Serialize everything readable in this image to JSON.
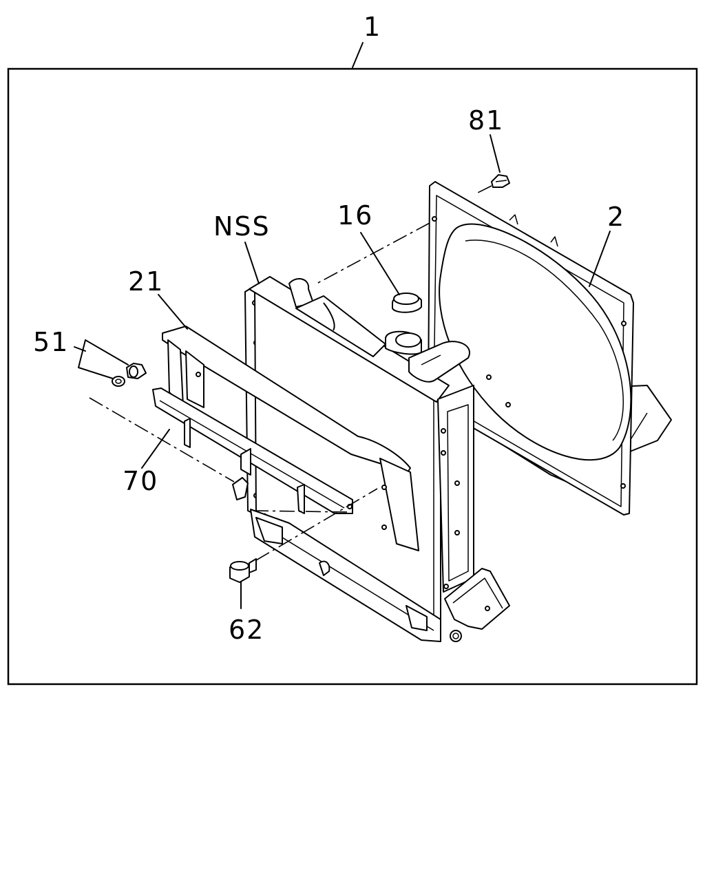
{
  "callouts": {
    "assembly": "1",
    "fan_shroud": "2",
    "radiator_cap": "16",
    "shroud_lower": "21",
    "washer": "51",
    "bolt_lower": "62",
    "bracket": "70",
    "clip": "81",
    "not_serviced": "NSS"
  },
  "colors": {
    "line": "#000000",
    "background": "#ffffff"
  }
}
